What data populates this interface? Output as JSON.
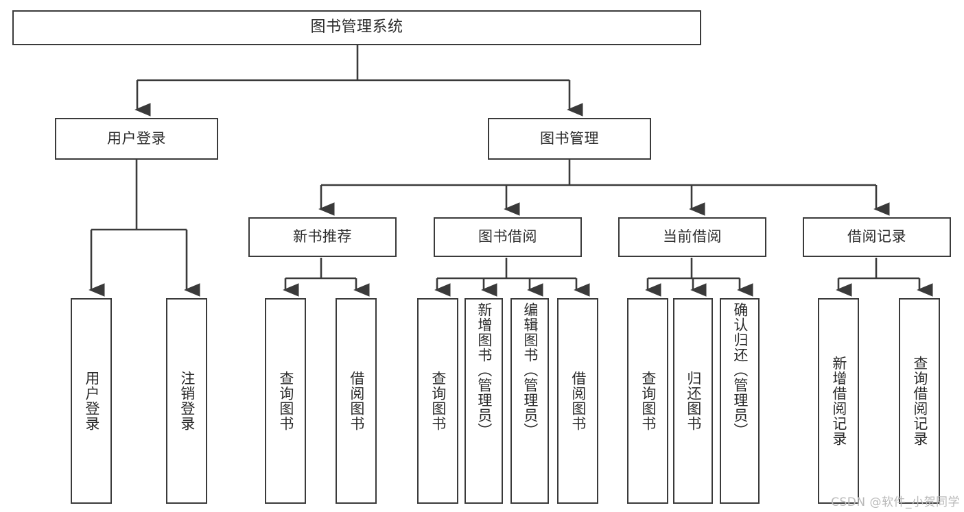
{
  "diagram": {
    "title": "图书管理系统",
    "type": "tree-hierarchy",
    "orientation": "top-down",
    "colors": {
      "box_border": "#3a3a3a",
      "box_fill": "#ffffff",
      "connector": "#3a3a3a",
      "text": "#2b2b2b",
      "watermark": "#b9b9b9",
      "background": "#ffffff"
    }
  },
  "root": {
    "label": "图书管理系统"
  },
  "level1": [
    {
      "label": "用户登录"
    },
    {
      "label": "图书管理"
    }
  ],
  "level2": [
    {
      "label": "新书推荐"
    },
    {
      "label": "图书借阅"
    },
    {
      "label": "当前借阅"
    },
    {
      "label": "借阅记录"
    }
  ],
  "leaves": {
    "user_login": [
      {
        "label": "用户登录"
      },
      {
        "label": "注销登录"
      }
    ],
    "new_book_recommend": [
      {
        "label": "查询图书"
      },
      {
        "label": "借阅图书"
      }
    ],
    "book_borrow": [
      {
        "label": "查询图书"
      },
      {
        "label": "新增图书（管理员）"
      },
      {
        "label": "编辑图书（管理员）"
      },
      {
        "label": "借阅图书"
      }
    ],
    "current_borrow": [
      {
        "label": "查询图书"
      },
      {
        "label": "归还图书"
      },
      {
        "label": "确认归还（管理员）"
      }
    ],
    "borrow_record": [
      {
        "label": "新增借阅记录"
      },
      {
        "label": "查询借阅记录"
      }
    ]
  },
  "watermark": {
    "text": "CSDN @软件_小贺同学"
  }
}
